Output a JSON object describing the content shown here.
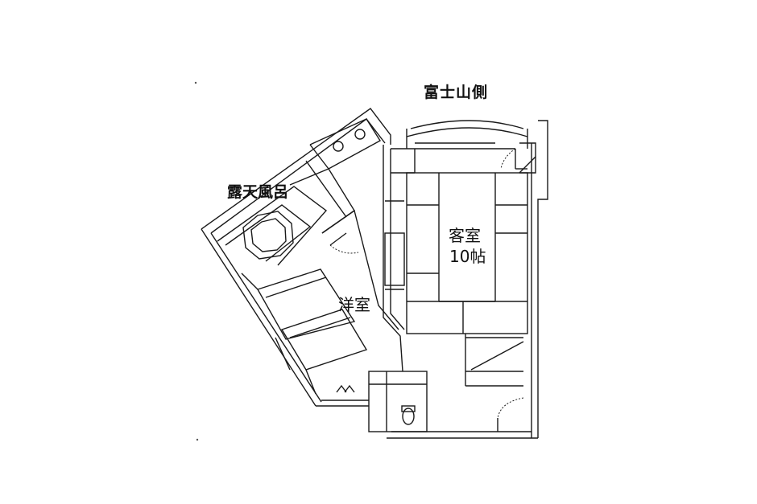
{
  "labels": {
    "mt_fuji_side": "富士山側",
    "open_air_bath": "露天風呂",
    "guest_room": "客室",
    "guest_room_size": "10帖",
    "western_room": "洋室"
  }
}
